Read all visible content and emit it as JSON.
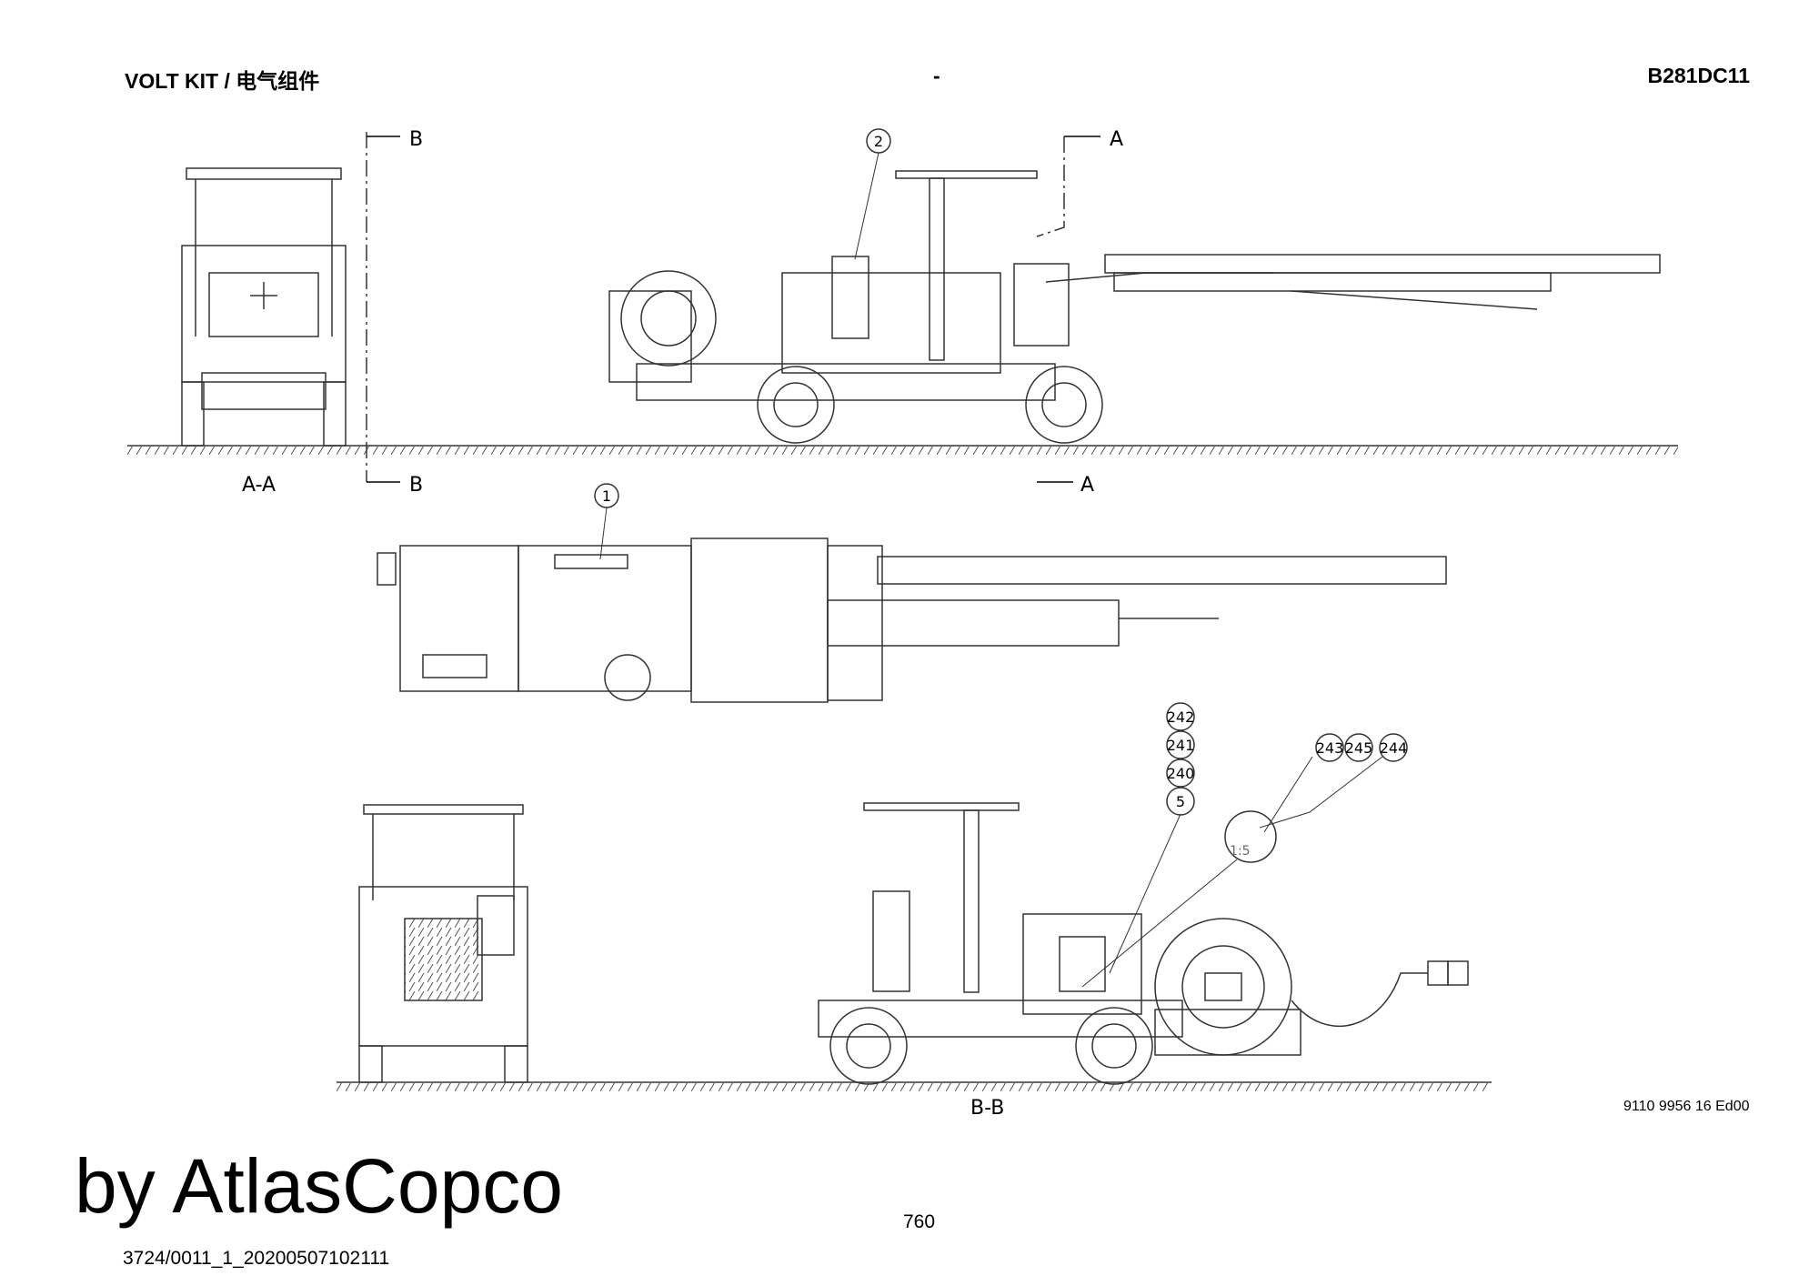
{
  "header": {
    "title": "VOLT KIT / 电气组件",
    "center": "-",
    "code": "B281DC11"
  },
  "sections": {
    "b_top": "B",
    "a_top": "A",
    "aa_label": "A-A",
    "b_bottom": "B",
    "a_bottom": "A",
    "bb_label": "B-B",
    "detail_scale": "1:5"
  },
  "callouts": {
    "c2": "2",
    "c1": "1",
    "c242": "242",
    "c241": "241",
    "c240": "240",
    "c5": "5",
    "c243": "243",
    "c245": "245",
    "c244": "244"
  },
  "footer": {
    "watermark": "by AtlasCopco",
    "file_id": "3724/0011_1_20200507102111",
    "page": "760",
    "doc_number": "9110 9956 16 Ed00"
  }
}
